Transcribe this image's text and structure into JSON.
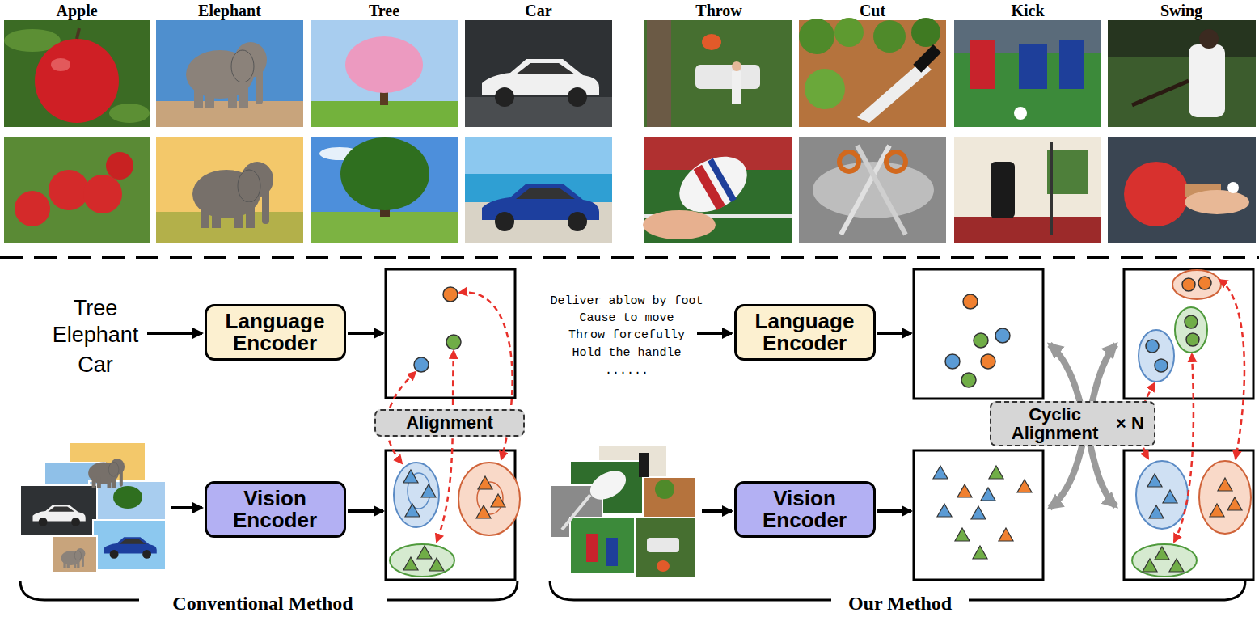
{
  "diagram": {
    "nodes": [
      {
        "text": [
          "Language Encoder"
        ]
      },
      {
        "text": [
          "Vision Encoder"
        ]
      },
      {
        "text": [
          "Alignment"
        ]
      },
      {
        "text": [
          "Language Encoder"
        ]
      },
      {
        "text": [
          "Vision Encoder"
        ]
      },
      {
        "text": [
          "Cyclic Alignment",
          "× N"
        ]
      }
    ],
    "labels": [
      "Apple",
      "Elephant",
      "Tree",
      "Car",
      "Throw",
      "Cut",
      "Kick",
      "Swing",
      "Tree",
      "Elephant",
      "Car",
      "Deliver ablow by foot",
      "Cause to move",
      "Throw forcefully",
      "Hold the handle",
      "......",
      "Conventional Method",
      "Our Method"
    ]
  }
}
